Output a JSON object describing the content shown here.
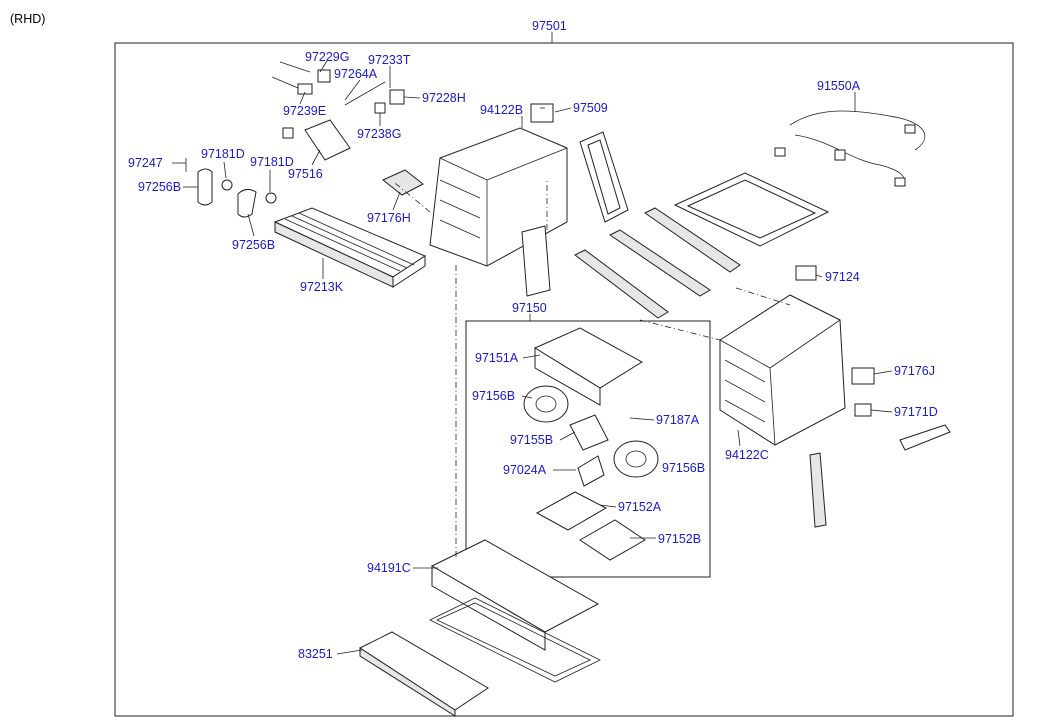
{
  "variant": "(RHD)",
  "labels": {
    "l97501": "97501",
    "l97229G": "97229G",
    "l97233T": "97233T",
    "l97264A": "97264A",
    "l97228H": "97228H",
    "l97239E": "97239E",
    "l94122B": "94122B",
    "l97509": "97509",
    "l91550A": "91550A",
    "l97238G": "97238G",
    "l97247": "97247",
    "l97181D_1": "97181D",
    "l97181D_2": "97181D",
    "l97516": "97516",
    "l97256B_1": "97256B",
    "l97176H": "97176H",
    "l97256B_2": "97256B",
    "l97124": "97124",
    "l97213K": "97213K",
    "l97150": "97150",
    "l97151A": "97151A",
    "l97176J": "97176J",
    "l97156B_1": "97156B",
    "l97187A": "97187A",
    "l97171D": "97171D",
    "l97155B": "97155B",
    "l94122C": "94122C",
    "l97024A": "97024A",
    "l97156B_2": "97156B",
    "l97152A": "97152A",
    "l97152B": "97152B",
    "l94191C": "94191C",
    "l83251": "83251"
  }
}
